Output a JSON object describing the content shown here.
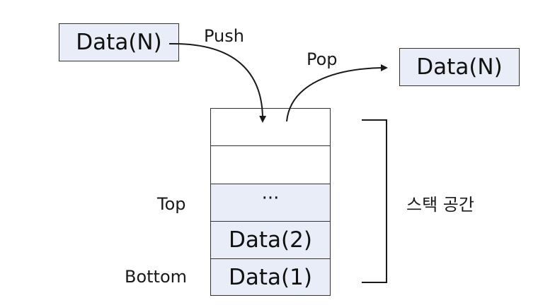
{
  "source_box": {
    "label": "Data(N)"
  },
  "target_box": {
    "label": "Data(N)"
  },
  "operations": {
    "push": "Push",
    "pop": "Pop"
  },
  "stack": {
    "cells": [
      "",
      "",
      "···",
      "Data(2)",
      "Data(1)"
    ],
    "top_label": "Top",
    "bottom_label": "Bottom",
    "space_label": "스택 공간"
  },
  "colors": {
    "box_fill": "#e8edf7",
    "stroke": "#333333"
  }
}
